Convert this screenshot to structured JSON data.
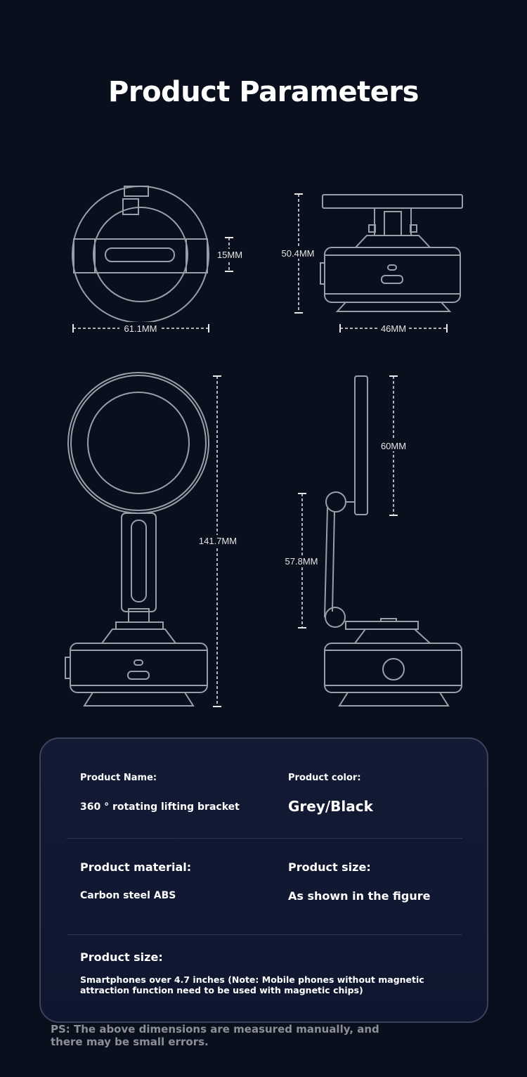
{
  "title": "Product Parameters",
  "dimensions": {
    "top_width": "61.1MM",
    "top_slot": "15MM",
    "side_height": "50.4MM",
    "side_base": "46MM",
    "total_height": "141.7MM",
    "plate_height": "60MM",
    "arm_height": "57.8MM"
  },
  "specs": {
    "name_label": "Product Name:",
    "name_value": "360 ° rotating lifting bracket",
    "color_label": "Product color:",
    "color_value": "Grey/Black",
    "material_label": "Product material:",
    "material_value": "Carbon steel ABS",
    "size_label": "Product size:",
    "size_value": "As shown in the figure",
    "compat_label": "Product size:",
    "compat_value_line1": "Smartphones over 4.7 inches (Note: Mobile phones without magnetic",
    "compat_value_line2": "attraction function need to be used with magnetic chips)"
  },
  "note": {
    "line1": "PS: The above dimensions are measured manually, and",
    "line2": "there may be small errors."
  }
}
